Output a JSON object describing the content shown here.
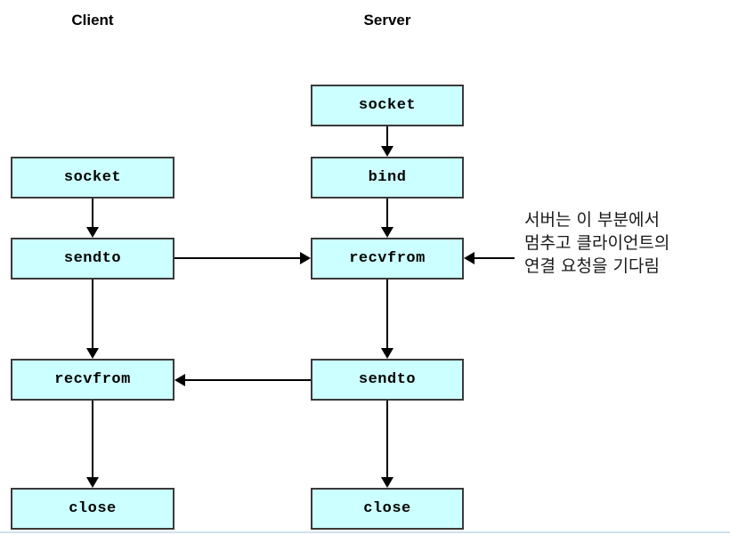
{
  "diagram": {
    "title_client": "Client",
    "title_server": "Server",
    "box_fill": "#ccffff",
    "box_border": "#3a3a3a",
    "line_color": "#000000",
    "bottom_rule_color": "#cfe2ee",
    "client_steps": [
      {
        "label": "socket",
        "id": "client-socket"
      },
      {
        "label": "sendto",
        "id": "client-sendto"
      },
      {
        "label": "recvfrom",
        "id": "client-recvfrom"
      },
      {
        "label": "close",
        "id": "client-close"
      }
    ],
    "server_steps": [
      {
        "label": "socket",
        "id": "server-socket"
      },
      {
        "label": "bind",
        "id": "server-bind"
      },
      {
        "label": "recvfrom",
        "id": "server-recvfrom"
      },
      {
        "label": "sendto",
        "id": "server-sendto"
      },
      {
        "label": "close",
        "id": "server-close"
      }
    ],
    "annotation": {
      "line1": "서버는 이 부분에서",
      "line2": "멈추고 클라이언트의",
      "line3": "연결 요청을 기다림"
    }
  }
}
